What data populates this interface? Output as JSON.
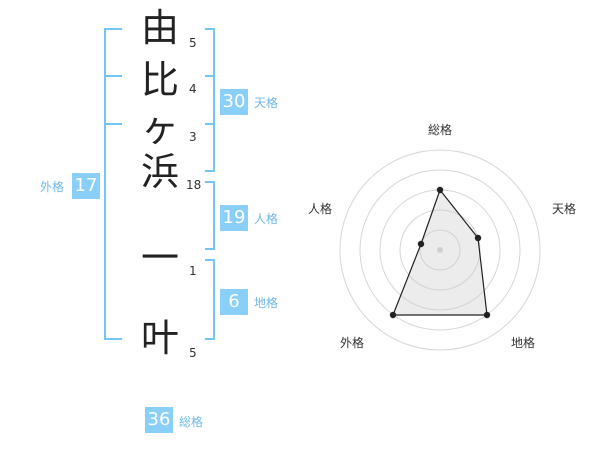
{
  "name": {
    "chars": [
      {
        "char": "由",
        "strokes": "5"
      },
      {
        "char": "比",
        "strokes": "4"
      },
      {
        "char": "ヶ",
        "strokes": "3"
      },
      {
        "char": "浜",
        "strokes": "18"
      },
      {
        "char": "一",
        "strokes": "1"
      },
      {
        "char": "叶",
        "strokes": "5"
      }
    ]
  },
  "kakusu": {
    "tenkaku": {
      "value": "30",
      "label": "天格"
    },
    "jinkaku": {
      "value": "19",
      "label": "人格"
    },
    "chikaku": {
      "value": "6",
      "label": "地格"
    },
    "gaikaku": {
      "value": "17",
      "label": "外格"
    },
    "soukaku": {
      "value": "36",
      "label": "総格"
    }
  },
  "radar": {
    "labels": {
      "top": "総格",
      "right": "天格",
      "bottom_right": "地格",
      "bottom_left": "外格",
      "left": "人格"
    },
    "accent": "#76c4f3"
  }
}
